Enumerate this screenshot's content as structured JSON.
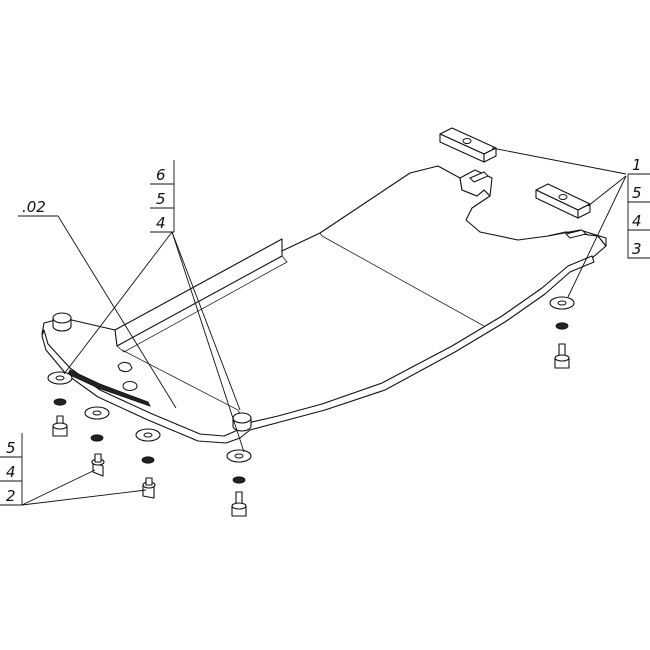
{
  "callouts": {
    "group_top_right": [
      "1",
      "5",
      "4",
      "3"
    ],
    "group_left_top": [
      "6",
      "5",
      "4"
    ],
    "group_bottom_left": [
      "5",
      "4",
      "2"
    ],
    "part_ref": ".02"
  }
}
